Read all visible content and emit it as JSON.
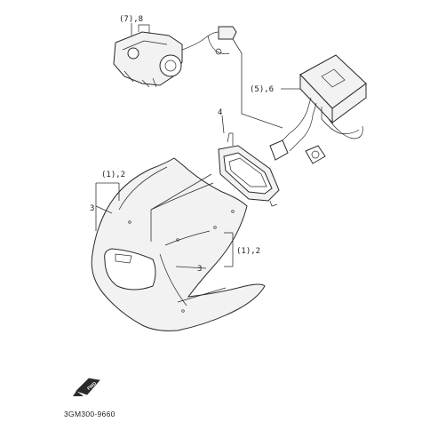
{
  "diagram": {
    "callouts": {
      "meter_cable": "(7),8",
      "control_unit": "(5),6",
      "headlight": "4",
      "cowling_top_qty": "(1),2",
      "cowling_top_num": "3",
      "cowling_side_qty": "(1),2",
      "cowling_side_num": "3"
    },
    "footer_code": "3GM300-9660",
    "fwd_badge": "FWD"
  },
  "colors": {
    "line": "#2a2a2a",
    "fill": "#f2f2f2"
  }
}
